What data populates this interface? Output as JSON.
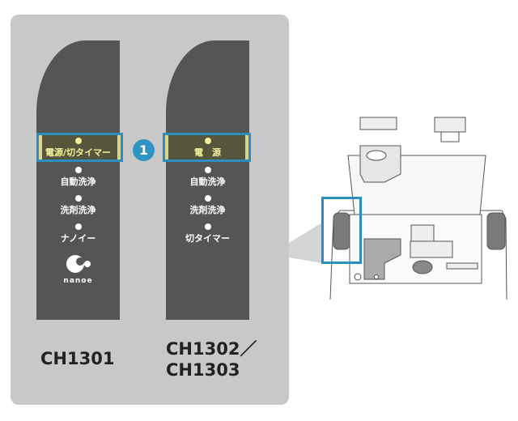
{
  "badge": "1",
  "models": [
    {
      "name": "CH1301",
      "highlighted_button": "電源/切タイマー",
      "buttons": [
        "自動洗浄",
        "洗剤洗浄",
        "ナノイー"
      ],
      "logo_text": "nanoe"
    },
    {
      "name_line1": "CH1302／",
      "name_line2": "CH1303",
      "highlighted_button": "電　源",
      "buttons": [
        "自動洗浄",
        "洗剤洗浄",
        "切タイマー"
      ]
    }
  ],
  "colors": {
    "highlight_border": "#2a8fc0",
    "badge": "#2f93c4",
    "panel": "#c8c8c8",
    "remote": "#555555"
  }
}
